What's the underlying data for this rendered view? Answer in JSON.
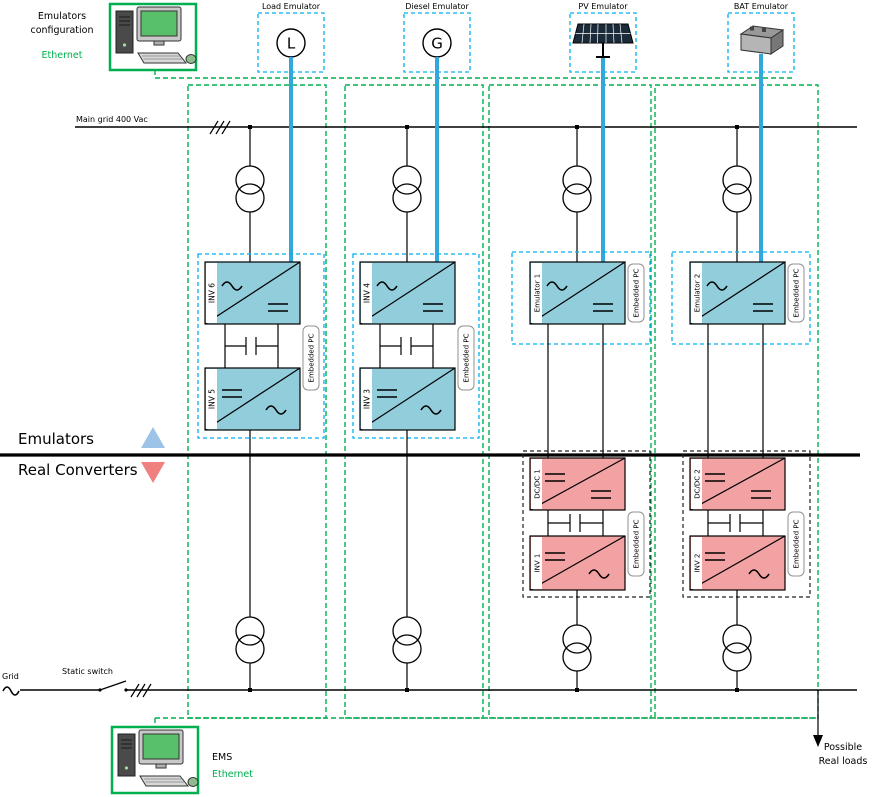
{
  "colors": {
    "green": "#00B050",
    "cyan": "#00B0F0",
    "emulator_line_blue": "#31A8DC",
    "converter_blue": "#92CDDC",
    "converter_pink": "#F2A2A2",
    "triangle_blue": "#9DC3E6",
    "triangle_red": "#F08080"
  },
  "header": {
    "line1": "Emulators",
    "line2": "configuration",
    "ethernet": "Ethernet"
  },
  "emulators": [
    {
      "label": "Load Emulator",
      "symbol": "L"
    },
    {
      "label": "Diesel Emulator",
      "symbol": "G"
    },
    {
      "label": "PV Emulator"
    },
    {
      "label": "BAT Emulator"
    }
  ],
  "main_grid": {
    "label": "Main grid 400 Vac"
  },
  "sections": {
    "emulators": "Emulators",
    "real_converters": "Real Converters"
  },
  "converters": {
    "inv6": "INV 6",
    "inv5": "INV 5",
    "inv4": "INV 4",
    "inv3": "INV 3",
    "emulator1": "Emulator 1",
    "emulator2": "Emulator 2",
    "dcdc1": "DC/DC 1",
    "inv1": "INV 1",
    "dcdc2": "DC/DC 2",
    "inv2": "INV 2",
    "embedded_pc": "Embedded PC"
  },
  "footer": {
    "grid": "Grid",
    "static_switch": "Static switch",
    "ems": "EMS",
    "ethernet": "Ethernet",
    "loads_line1": "Possible",
    "loads_line2": "Real loads"
  }
}
